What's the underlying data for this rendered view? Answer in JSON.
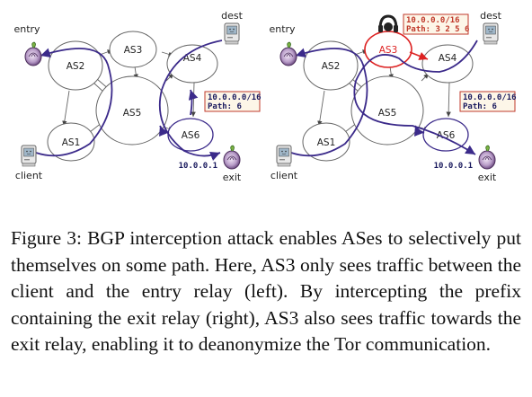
{
  "left_panel": {
    "nodes": {
      "entry": "entry",
      "dest": "dest",
      "client": "client",
      "exit": "exit",
      "as1": "AS1",
      "as2": "AS2",
      "as3": "AS3",
      "as4": "AS4",
      "as5": "AS5",
      "as6": "AS6"
    },
    "announce": {
      "prefix": "10.0.0.0/16",
      "path": "Path: 6"
    },
    "exit_ip": "10.0.0.1"
  },
  "right_panel": {
    "nodes": {
      "entry": "entry",
      "dest": "dest",
      "client": "client",
      "exit": "exit",
      "as1": "AS1",
      "as2": "AS2",
      "as3": "AS3",
      "as4": "AS4",
      "as5": "AS5",
      "as6": "AS6"
    },
    "hijack_announce": {
      "prefix": "10.0.0.0/16",
      "path": "Path: 3 2 5 6"
    },
    "announce": {
      "prefix": "10.0.0.0/16",
      "path": "Path: 6"
    },
    "exit_ip": "10.0.0.1"
  },
  "colors": {
    "path": "#3b2a8a",
    "attacker": "#dd2222",
    "box_border": "#c0392b",
    "box_fill": "#fdf6e8"
  },
  "caption": "Figure 3: BGP interception attack enables ASes to selectively put themselves on some path. Here, AS3 only sees traffic between the client and the entry relay (left). By intercepting the prefix containing the exit relay (right), AS3 also sees traffic towards the exit relay, enabling it to deanonymize the Tor communication."
}
